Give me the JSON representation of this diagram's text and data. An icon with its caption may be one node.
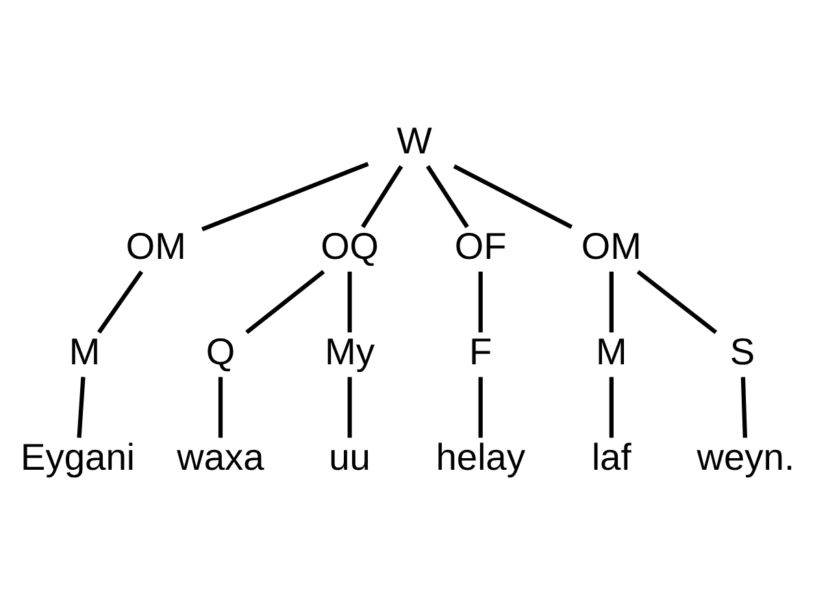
{
  "diagram": {
    "nodes": [
      {
        "text": [
          "W"
        ]
      },
      {
        "text": [
          "OM"
        ]
      },
      {
        "text": [
          "OQ"
        ]
      },
      {
        "text": [
          "OF"
        ]
      },
      {
        "text": [
          "OM"
        ]
      },
      {
        "text": [
          "M"
        ]
      },
      {
        "text": [
          "Q"
        ]
      },
      {
        "text": [
          "My"
        ]
      },
      {
        "text": [
          "F"
        ]
      },
      {
        "text": [
          "M"
        ]
      },
      {
        "text": [
          "S"
        ]
      },
      {
        "text": [
          "Eygani"
        ]
      },
      {
        "text": [
          "waxa"
        ]
      },
      {
        "text": [
          "uu"
        ]
      },
      {
        "text": [
          "helay"
        ]
      },
      {
        "text": [
          "laf"
        ]
      },
      {
        "text": [
          "weyn."
        ]
      }
    ],
    "edges": [
      {
        "from": 0,
        "to": 1,
        "arrow": "none"
      },
      {
        "from": 0,
        "to": 2,
        "arrow": "none"
      },
      {
        "from": 0,
        "to": 3,
        "arrow": "none"
      },
      {
        "from": 0,
        "to": 4,
        "arrow": "none"
      },
      {
        "from": 1,
        "to": 5,
        "arrow": "none"
      },
      {
        "from": 2,
        "to": 6,
        "arrow": "none"
      },
      {
        "from": 2,
        "to": 7,
        "arrow": "none"
      },
      {
        "from": 3,
        "to": 8,
        "arrow": "none"
      },
      {
        "from": 4,
        "to": 9,
        "arrow": "none"
      },
      {
        "from": 4,
        "to": 10,
        "arrow": "none"
      },
      {
        "from": 5,
        "to": 11,
        "arrow": "none"
      },
      {
        "from": 6,
        "to": 12,
        "arrow": "none"
      },
      {
        "from": 7,
        "to": 13,
        "arrow": "none"
      },
      {
        "from": 8,
        "to": 14,
        "arrow": "none"
      },
      {
        "from": 9,
        "to": 15,
        "arrow": "none"
      },
      {
        "from": 10,
        "to": 16,
        "arrow": "none"
      }
    ]
  }
}
